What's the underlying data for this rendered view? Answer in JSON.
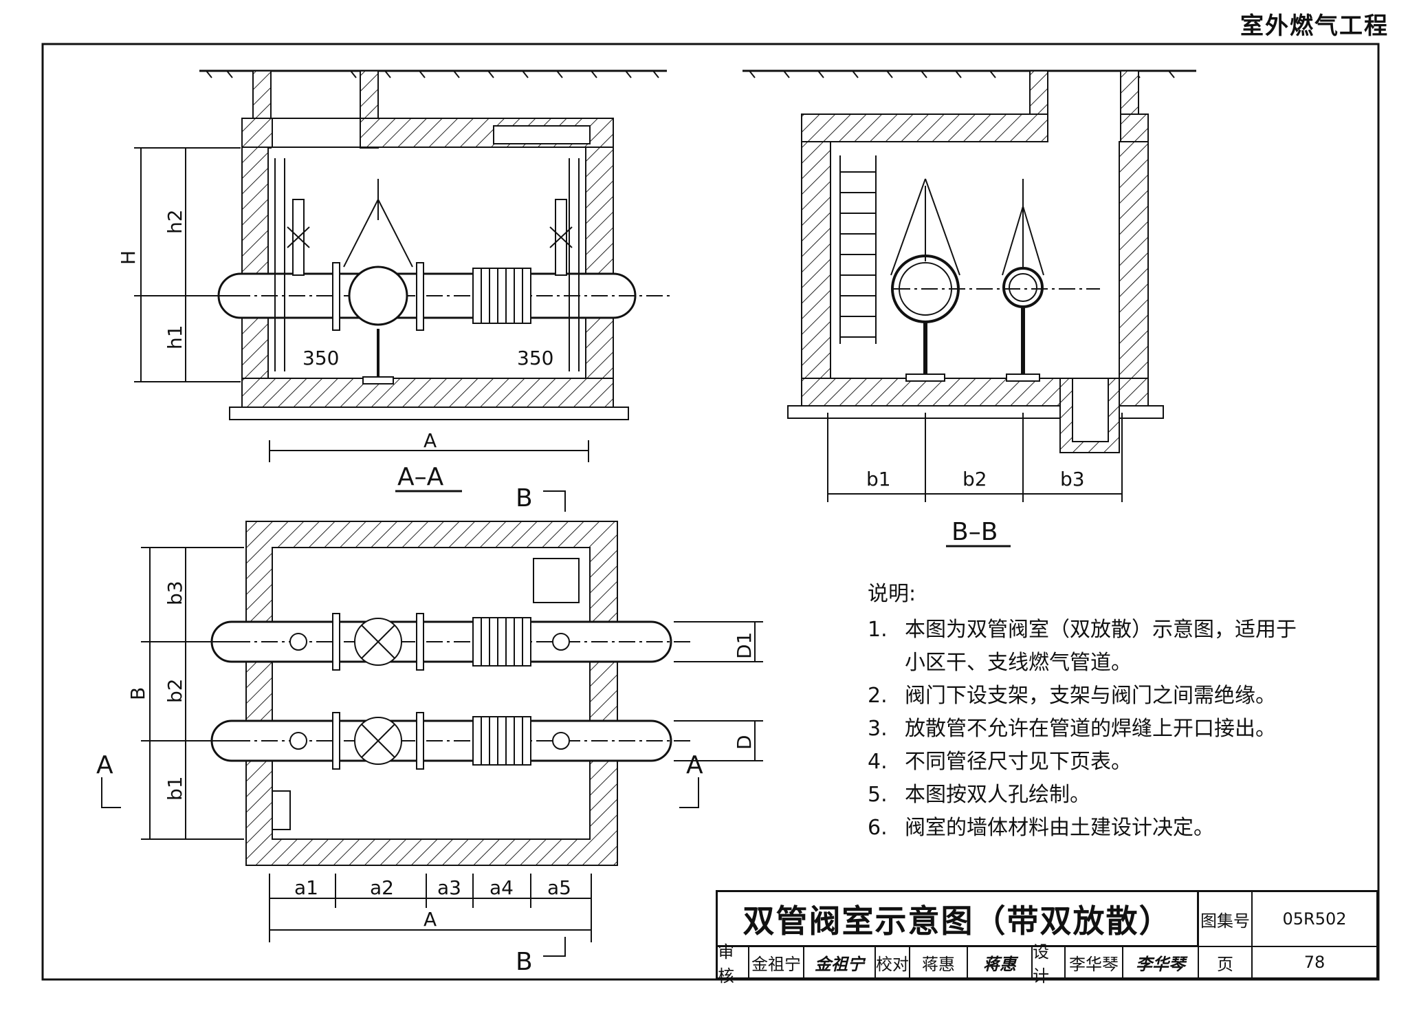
{
  "header": {
    "section": "室外燃气工程"
  },
  "views": {
    "section_aa": "A–A",
    "section_bb": "B–B",
    "marker_a": "A",
    "marker_b": "B"
  },
  "dimensions": {
    "H": "H",
    "h1": "h1",
    "h2": "h2",
    "offset_left": "350",
    "offset_right": "350",
    "A": "A",
    "B": "B",
    "b1": "b1",
    "b2": "b2",
    "b3": "b3",
    "a1": "a1",
    "a2": "a2",
    "a3": "a3",
    "a4": "a4",
    "a5": "a5",
    "D1": "D1",
    "D": "D"
  },
  "notes": {
    "title": "说明:",
    "items": [
      {
        "num": "1.",
        "text": "本图为双管阀室（双放散）示意图，适用于小区干、支线燃气管道。"
      },
      {
        "num": "2.",
        "text": "阀门下设支架，支架与阀门之间需绝缘。"
      },
      {
        "num": "3.",
        "text": "放散管不允许在管道的焊缝上开口接出。"
      },
      {
        "num": "4.",
        "text": "不同管径尺寸见下页表。"
      },
      {
        "num": "5.",
        "text": "本图按双人孔绘制。"
      },
      {
        "num": "6.",
        "text": "阀室的墙体材料由土建设计决定。"
      }
    ]
  },
  "title_block": {
    "title": "双管阀室示意图（带双放散）",
    "atlas_label": "图集号",
    "atlas_no": "05R502",
    "page_label": "页",
    "page_no": "78",
    "review_label": "审核",
    "reviewer": "金祖宁",
    "reviewer_sig": "金祖宁",
    "check_label": "校对",
    "checker": "蒋惠",
    "checker_sig": "蒋惠",
    "design_label": "设计",
    "designer": "李华琴",
    "designer_sig": "李华琴"
  }
}
